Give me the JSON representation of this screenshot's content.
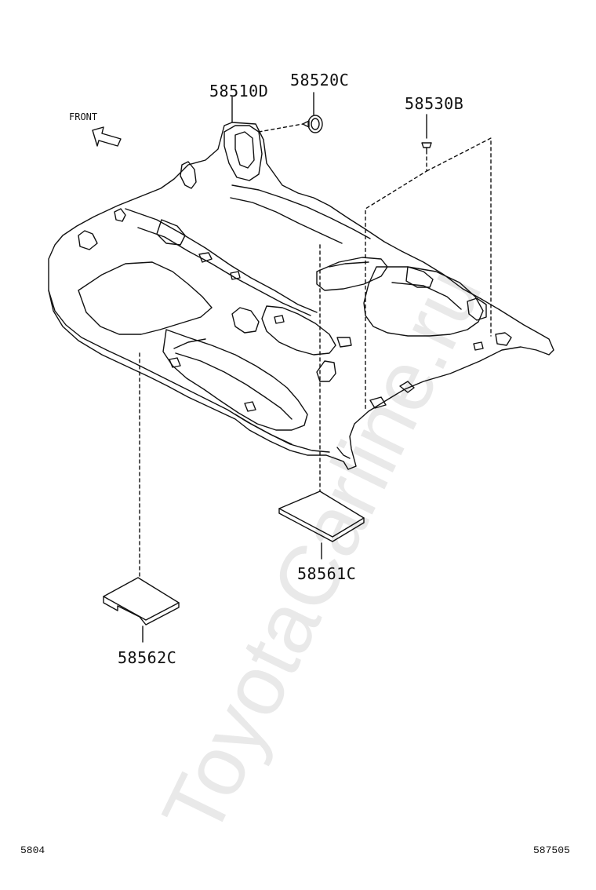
{
  "diagram": {
    "orientation_label": "FRONT",
    "parts": {
      "p58510D": "58510D",
      "p58520C": "58520C",
      "p58530B": "58530B",
      "p58561C": "58561C",
      "p58562C": "58562C"
    },
    "footer": {
      "left_code": "5804",
      "right_code": "587505"
    },
    "watermark": "ToyotaCarline.ru"
  }
}
